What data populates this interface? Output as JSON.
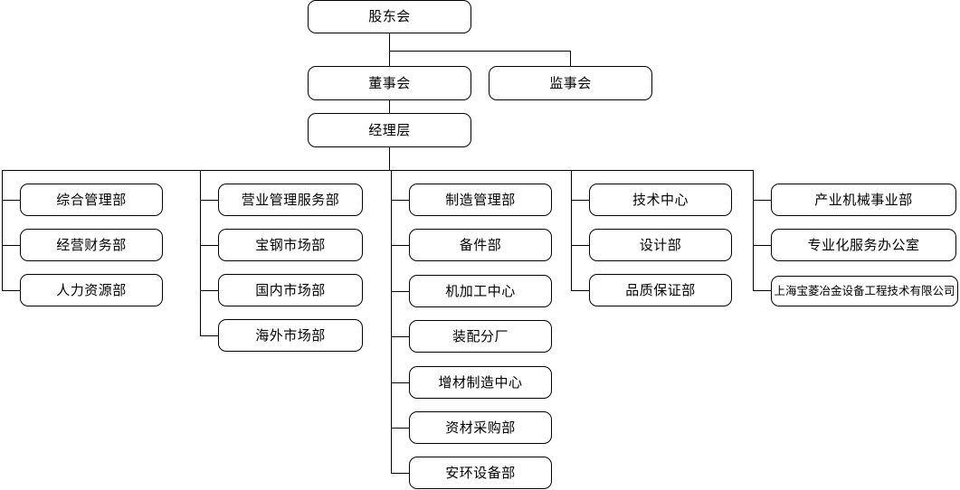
{
  "chart": {
    "type": "org-chart",
    "title": "",
    "orientation": "top-down",
    "root": "股东会",
    "levels": [
      {
        "name": "level-1",
        "nodes": [
          {
            "id": "shareholders",
            "label": "股东会"
          }
        ]
      },
      {
        "name": "level-2",
        "nodes": [
          {
            "id": "board-of-directors",
            "label": "董事会"
          },
          {
            "id": "board-of-supervisors",
            "label": "监事会"
          }
        ]
      },
      {
        "name": "level-3",
        "nodes": [
          {
            "id": "management",
            "label": "经理层"
          }
        ]
      }
    ],
    "columns": [
      {
        "id": "column-1",
        "items": [
          {
            "id": "dept-general-management",
            "label": "综合管理部"
          },
          {
            "id": "dept-operations-finance",
            "label": "经营财务部"
          },
          {
            "id": "dept-human-resources",
            "label": "人力资源部"
          }
        ]
      },
      {
        "id": "column-2",
        "items": [
          {
            "id": "dept-sales-management-service",
            "label": "营业管理服务部"
          },
          {
            "id": "dept-baosteel-market",
            "label": "宝钢市场部"
          },
          {
            "id": "dept-domestic-market",
            "label": "国内市场部"
          },
          {
            "id": "dept-overseas-market",
            "label": "海外市场部"
          }
        ]
      },
      {
        "id": "column-3",
        "items": [
          {
            "id": "dept-manufacturing-management",
            "label": "制造管理部"
          },
          {
            "id": "dept-spare-parts",
            "label": "备件部"
          },
          {
            "id": "dept-machining-center",
            "label": "机加工中心"
          },
          {
            "id": "dept-assembly-branch",
            "label": "装配分厂"
          },
          {
            "id": "dept-additive-manufacturing-center",
            "label": "增材制造中心"
          },
          {
            "id": "dept-material-procurement",
            "label": "资材采购部"
          },
          {
            "id": "dept-safety-env-equipment",
            "label": "安环设备部"
          }
        ]
      },
      {
        "id": "column-4",
        "items": [
          {
            "id": "dept-technology-center",
            "label": "技术中心"
          },
          {
            "id": "dept-design",
            "label": "设计部"
          },
          {
            "id": "dept-quality-assurance",
            "label": "品质保证部"
          }
        ]
      },
      {
        "id": "column-5",
        "items": [
          {
            "id": "dept-industrial-machinery-division",
            "label": "产业机械事业部"
          },
          {
            "id": "dept-specialized-service-office",
            "label": "专业化服务办公室"
          },
          {
            "id": "subsidiary-shanghai-baoling",
            "label": "上海宝菱冶金设备工程技术有限公司"
          }
        ]
      }
    ],
    "style": {
      "line_color": "#000000",
      "box_border_color": "#000000",
      "box_fill": "#ffffff",
      "text_color": "#000000",
      "background": "#ffffff"
    }
  }
}
